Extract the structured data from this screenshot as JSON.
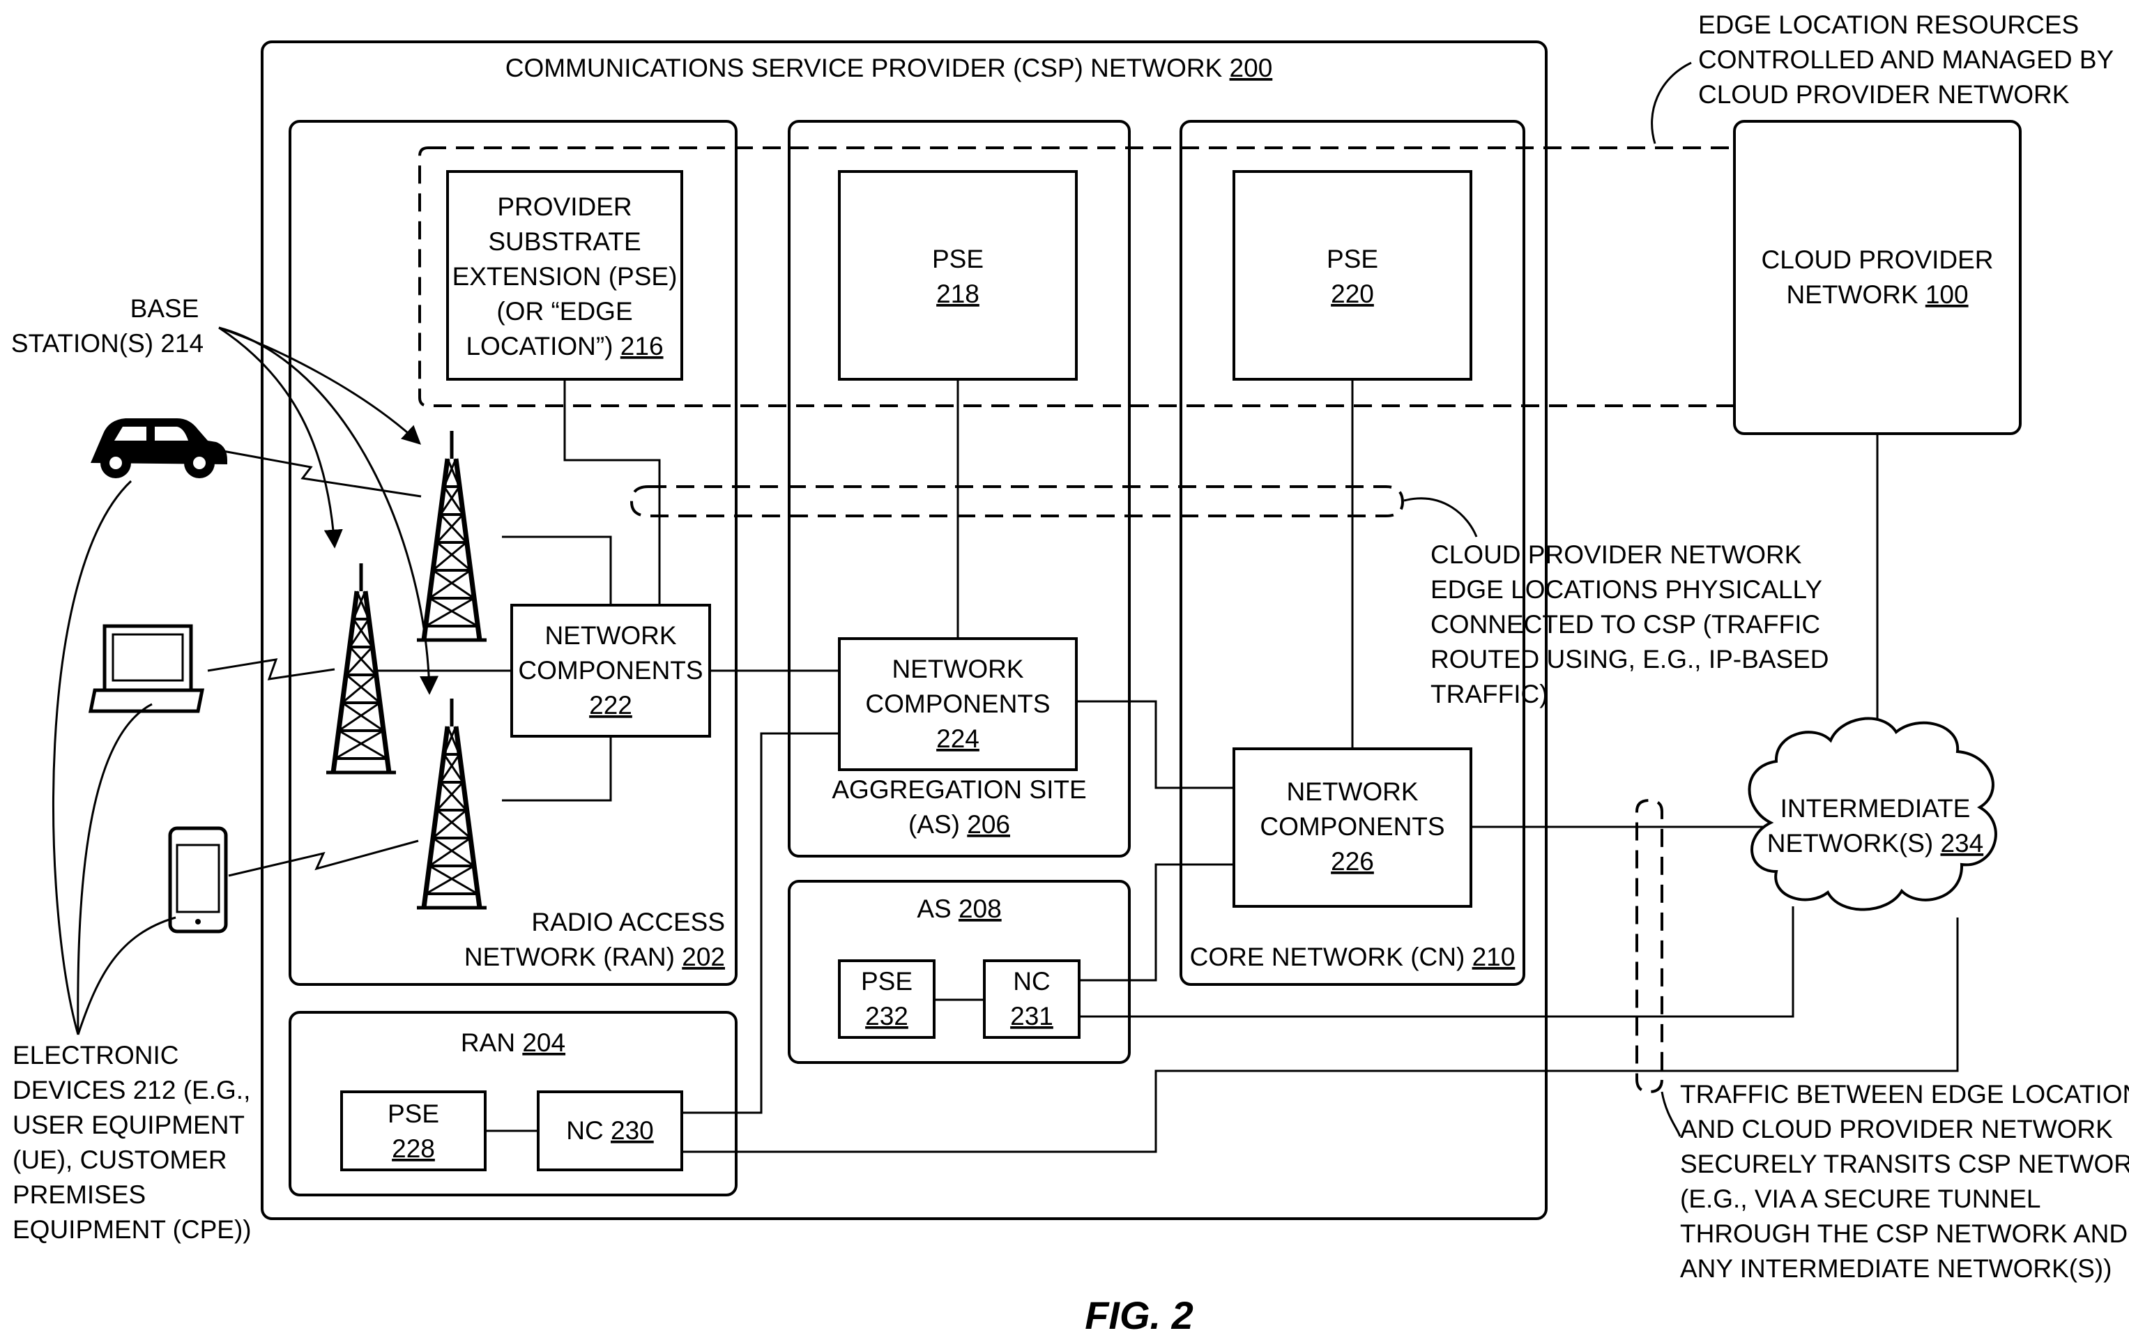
{
  "figure": {
    "caption": "FIG. 2",
    "csp_network": {
      "name": "COMMUNICATIONS SERVICE PROVIDER (CSP) NETWORK",
      "ref": "200"
    },
    "ran_202": {
      "line1": "RADIO ACCESS",
      "line2": "NETWORK (RAN)",
      "ref": "202"
    },
    "as_206": {
      "line1": "AGGREGATION SITE",
      "line2": "(AS)",
      "ref": "206"
    },
    "cn_210": {
      "name": "CORE NETWORK (CN)",
      "ref": "210"
    },
    "as_208": {
      "name": "AS",
      "ref": "208"
    },
    "ran_204": {
      "name": "RAN",
      "ref": "204"
    },
    "pse_216": {
      "line1": "PROVIDER",
      "line2": "SUBSTRATE",
      "line3": "EXTENSION (PSE)",
      "line4": "(OR “EDGE",
      "line5": "LOCATION”)",
      "ref": "216"
    },
    "pse_218": {
      "name": "PSE",
      "ref": "218"
    },
    "pse_220": {
      "name": "PSE",
      "ref": "220"
    },
    "pse_228": {
      "name": "PSE",
      "ref": "228"
    },
    "pse_232": {
      "name": "PSE",
      "ref": "232"
    },
    "nc_222": {
      "line1": "NETWORK",
      "line2": "COMPONENTS",
      "ref": "222"
    },
    "nc_224": {
      "line1": "NETWORK",
      "line2": "COMPONENTS",
      "ref": "224"
    },
    "nc_226": {
      "line1": "NETWORK",
      "line2": "COMPONENTS",
      "ref": "226"
    },
    "nc_230": {
      "name": "NC",
      "ref": "230"
    },
    "nc_231": {
      "name": "NC",
      "ref": "231"
    },
    "cloud_provider": {
      "line1": "CLOUD PROVIDER",
      "line2": "NETWORK",
      "ref": "100"
    },
    "intermediate": {
      "line1": "INTERMEDIATE",
      "line2": "NETWORK(S)",
      "ref": "234"
    },
    "base_stations": {
      "line1": "BASE",
      "line2": "STATION(S) 214"
    },
    "electronic_devices": [
      "ELECTRONIC",
      "DEVICES 212 (E.G.,",
      "USER EQUIPMENT",
      "(UE), CUSTOMER",
      "PREMISES",
      "EQUIPMENT (CPE))"
    ],
    "edge_resources_note": [
      "EDGE LOCATION RESOURCES",
      "CONTROLLED AND MANAGED BY",
      "CLOUD PROVIDER NETWORK"
    ],
    "edge_connected_note": [
      "CLOUD PROVIDER NETWORK",
      "EDGE LOCATIONS PHYSICALLY",
      "CONNECTED TO CSP (TRAFFIC",
      "ROUTED USING, E.G., IP-BASED",
      "TRAFFIC)"
    ],
    "traffic_note": [
      "TRAFFIC BETWEEN EDGE LOCATIONS",
      "AND CLOUD PROVIDER NETWORK",
      "SECURELY TRANSITS CSP NETWORK",
      "(E.G., VIA A SECURE TUNNEL",
      "THROUGH THE CSP NETWORK AND",
      "ANY INTERMEDIATE NETWORK(S))"
    ],
    "icons": [
      "car-icon",
      "laptop-icon",
      "smartphone-icon",
      "cell-tower-icon"
    ]
  }
}
